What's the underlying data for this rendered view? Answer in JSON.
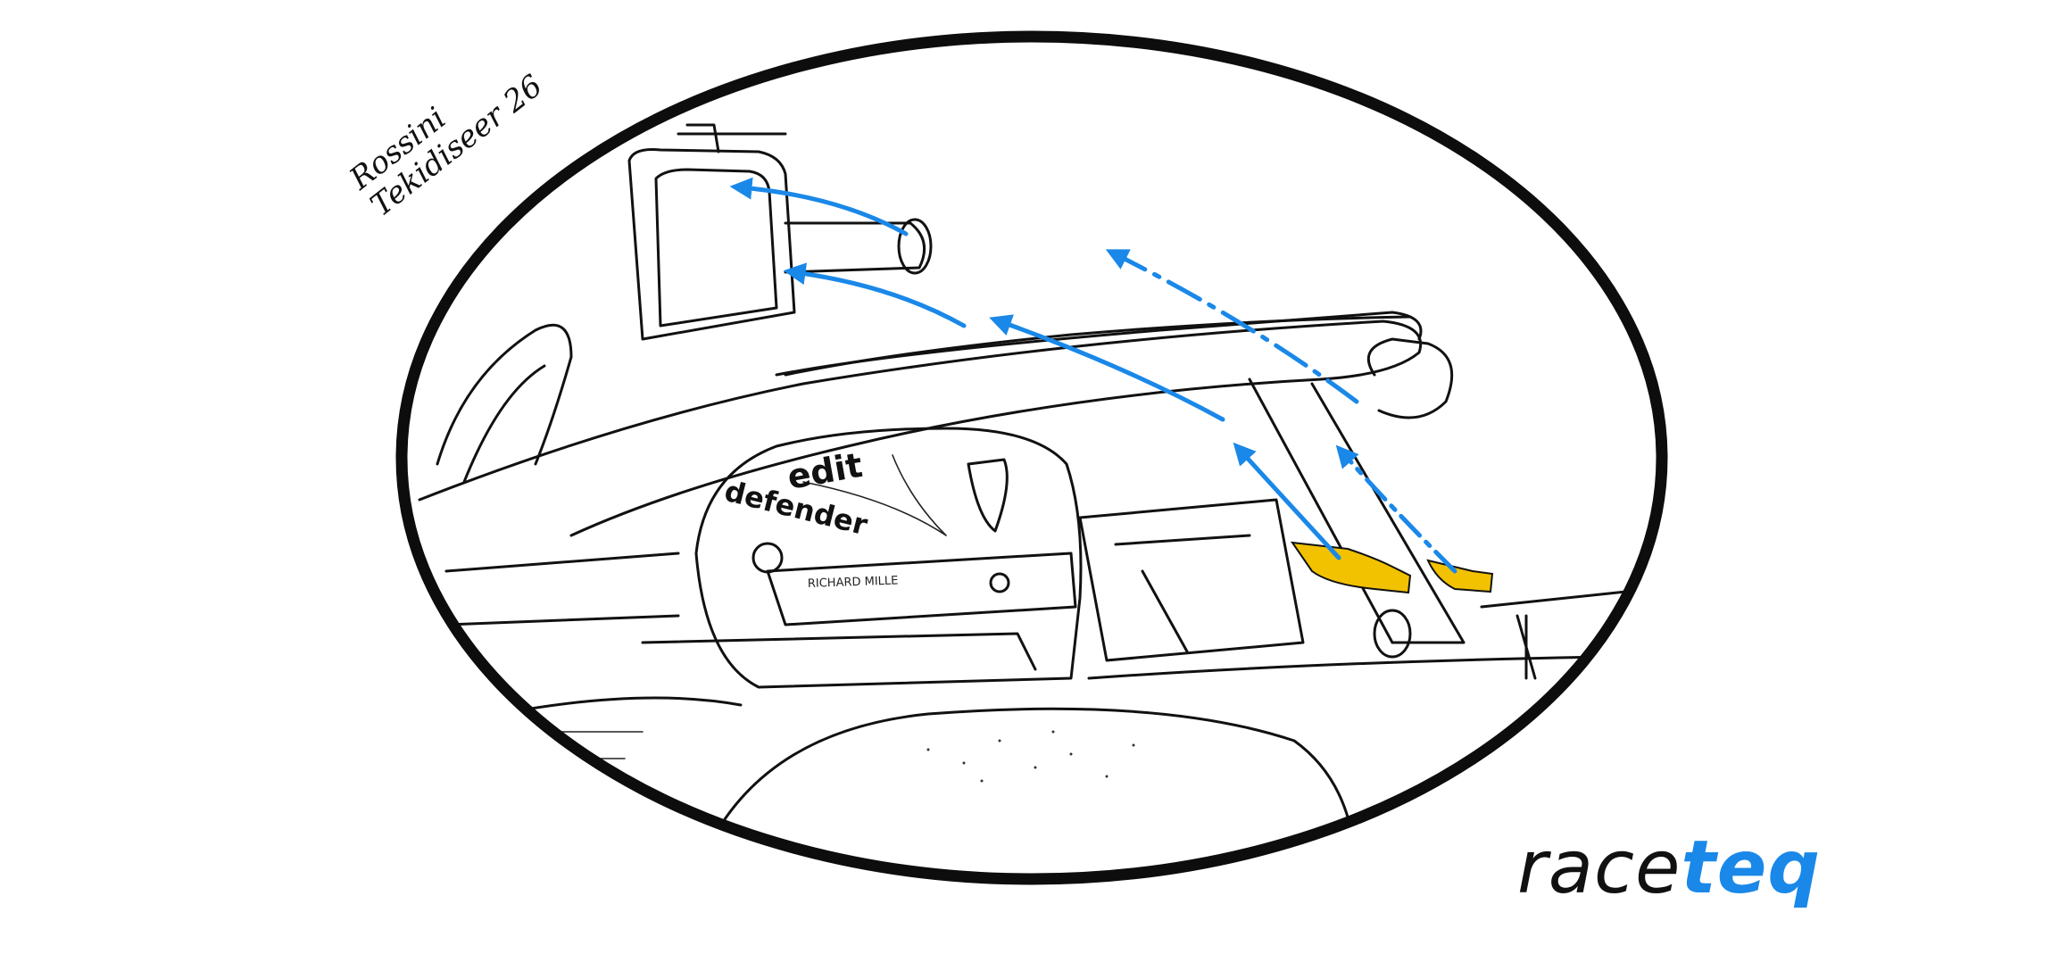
{
  "illustration": {
    "helmet_text": {
      "sponsor_top": "edit",
      "sponsor_mid": "defender",
      "visor_strip": "RICHARD MILLE"
    },
    "colors": {
      "frame": "#0d0d0d",
      "flow_arrows": "#1a88e8",
      "highlighted_parts": "#f2c200",
      "line_art": "#111111"
    }
  },
  "signature": {
    "text": "Rossini Tekidiseer 26"
  },
  "logo": {
    "part1": "race",
    "part2": "teq",
    "colors": {
      "part1": "#111111",
      "part2": "#1a88e8"
    }
  }
}
